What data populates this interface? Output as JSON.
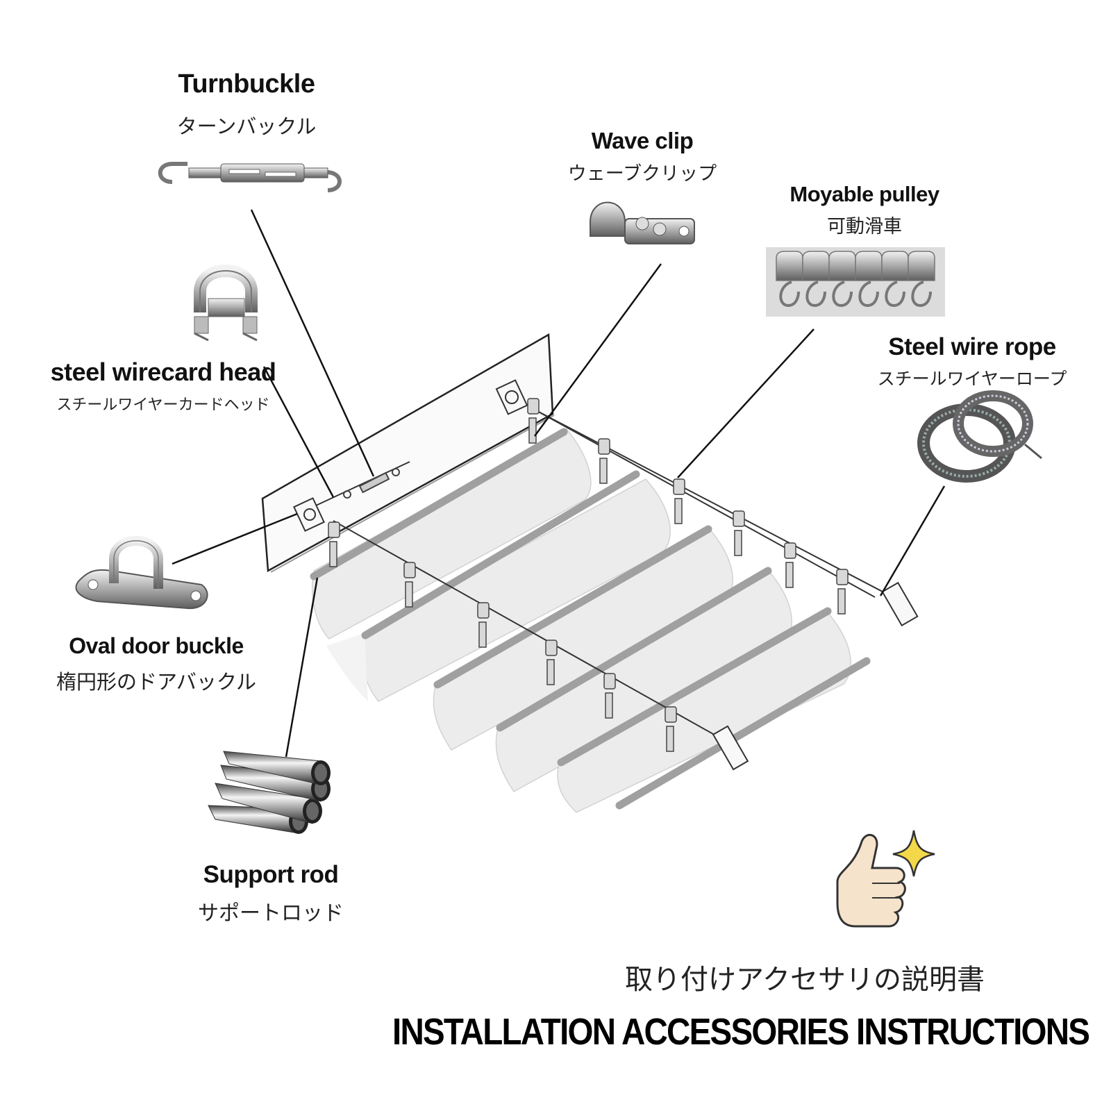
{
  "parts": {
    "turnbuckle": {
      "en": "Turnbuckle",
      "jp": "ターンバックル"
    },
    "wave_clip": {
      "en": "Wave clip",
      "jp": "ウェーブクリップ"
    },
    "movable_pulley": {
      "en": "Moyable pulley",
      "jp": "可動滑車"
    },
    "steel_wire_rope": {
      "en": "Steel wire rope",
      "jp": "スチールワイヤーロープ"
    },
    "wirecard_head": {
      "en": "steel wirecard head",
      "jp": "スチールワイヤーカードヘッド"
    },
    "oval_door_buckle": {
      "en": "Oval door buckle",
      "jp": "楕円形のドアバックル"
    },
    "support_rod": {
      "en": "Support rod",
      "jp": "サポートロッド"
    }
  },
  "title": {
    "jp": "取り付けアクセサリの説明書",
    "en": "INSTALLATION ACCESSORIES INSTRUCTIONS"
  },
  "colors": {
    "line": "#111111",
    "metal": "#b8b8b8",
    "shade": "#e6e6e6",
    "rod": "#9a9a9a"
  },
  "icons": [
    "turnbuckle-icon",
    "wave-clip-icon",
    "pulley-icon",
    "wire-rope-icon",
    "wire-clip-icon",
    "pad-eye-icon",
    "rods-icon",
    "thumbs-up-icon",
    "sparkle-icon"
  ]
}
